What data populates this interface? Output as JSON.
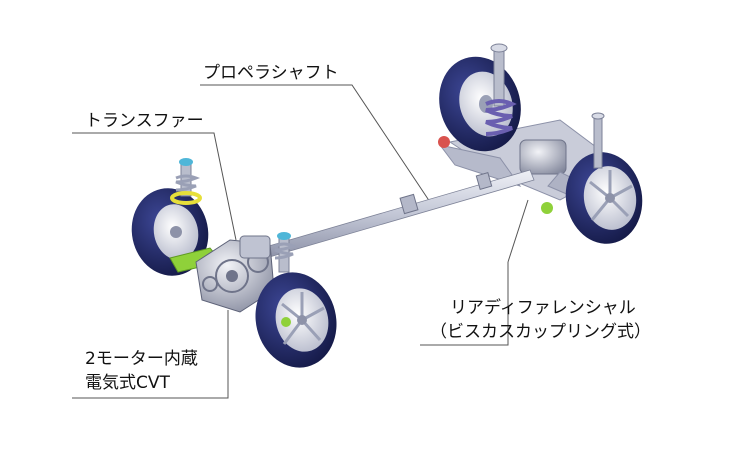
{
  "labels": {
    "propeller_shaft": "プロペラシャフト",
    "transfer": "トランスファー",
    "rear_diff_line1": "リアディファレンシャル",
    "rear_diff_line2": "（ビスカスカップリング式）",
    "cvt_line1": "2モーター内蔵",
    "cvt_line2": "電気式CVT"
  },
  "colors": {
    "tire": "#1f2460",
    "tire_highlight": "#3a4390",
    "wheel": "#e7e9f2",
    "frame": "#c7cad8",
    "frame_dark": "#8c91a8",
    "spring_yellow": "#e6df3a",
    "spring_purple": "#6a5fb0",
    "caliper_green": "#8fd13a",
    "caliper_red": "#d9534f",
    "strut_cap": "#4fb6d8",
    "leader_line": "#555555"
  }
}
